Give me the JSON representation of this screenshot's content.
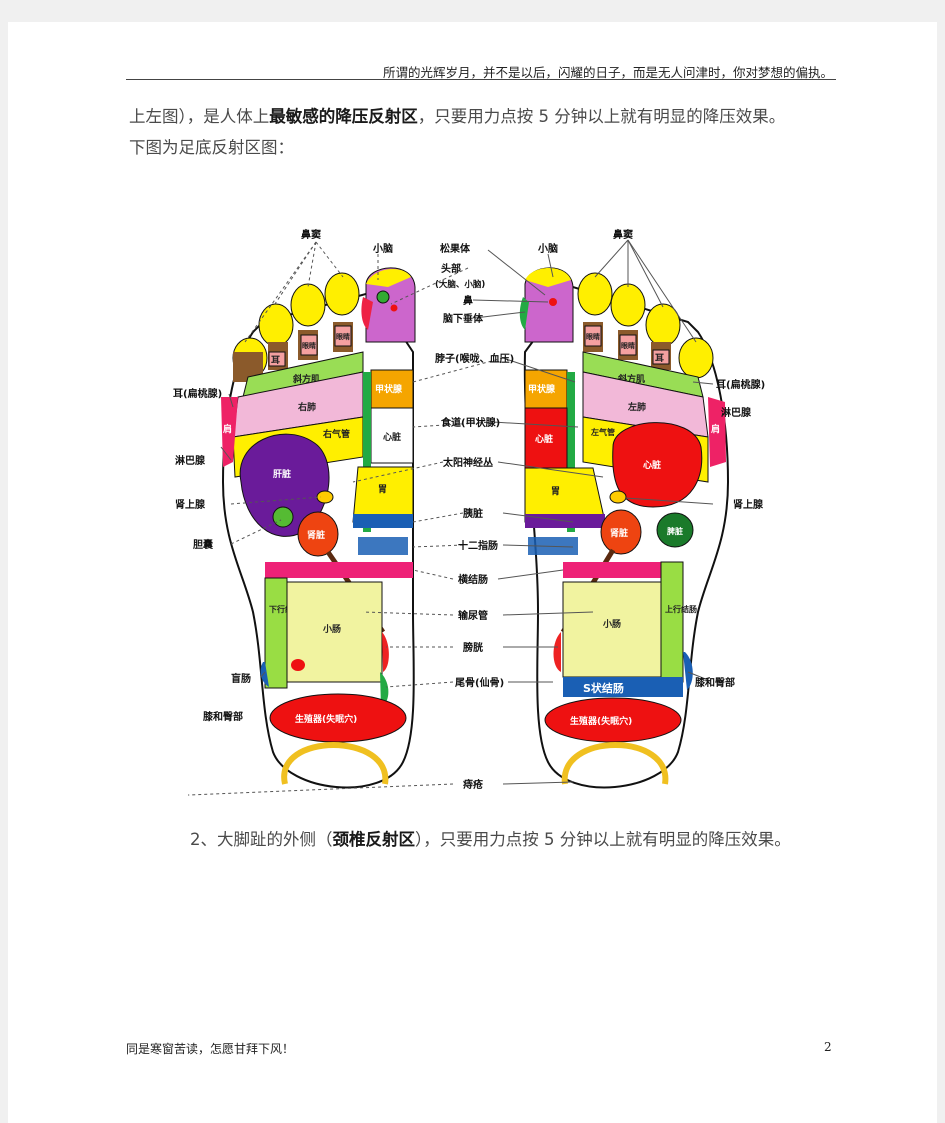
{
  "header": {
    "quote": "所谓的光辉岁月，并不是以后，闪耀的日子，而是无人问津时，你对梦想的偏执。"
  },
  "body": {
    "p1_a": "上左图），是人体上",
    "p1_bold": "最敏感的降压反射区",
    "p1_b": "，只要用力点按 5 分钟以上就有明显的降压效果。",
    "p2": "下图为足底反射区图：",
    "p3_a": "2、大脚趾的外侧（",
    "p3_bold": "颈椎反射区",
    "p3_b": "），只要用力点按 5 分钟以上就有明显的降压效果。"
  },
  "figure": {
    "center_labels": [
      "松果体",
      "头部",
      "(大脑、小脑)",
      "鼻",
      "脑下垂体",
      "脖子(喉咙、血压)",
      "食道(甲状腺)",
      "太阳神经丛",
      "胰脏",
      "十二指肠",
      "横结肠",
      "输尿管",
      "膀胱",
      "尾骨(仙骨)",
      "痔疮"
    ],
    "left_labels": [
      "鼻窦",
      "小脑",
      "耳(扁桃腺)",
      "淋巴腺",
      "肾上腺",
      "胆囊",
      "盲肠",
      "膝和臀部"
    ],
    "right_labels": [
      "小脑",
      "鼻窦",
      "耳(扁桃腺)",
      "淋巴腺",
      "肾上腺",
      "膝和臀部"
    ],
    "left_foot_labels": [
      "耳",
      "眼睛",
      "眼睛",
      "斜方肌",
      "右肺",
      "右气管",
      "甲状腺",
      "肩",
      "心脏",
      "肝脏",
      "胃",
      "肾脏",
      "下行结肠",
      "小肠",
      "生殖器(失眠穴)"
    ],
    "right_foot_labels": [
      "眼睛",
      "眼睛",
      "耳",
      "斜方肌",
      "甲状腺",
      "左肺",
      "左气管",
      "心脏",
      "肩",
      "心脏",
      "胃",
      "肾脏",
      "脾脏",
      "上行结肠",
      "小肠",
      "S状结肠",
      "生殖器(失眠穴)"
    ]
  },
  "footer": {
    "text": "同是寒窗苦读，怎愿甘拜下风！",
    "page_number": "2"
  }
}
